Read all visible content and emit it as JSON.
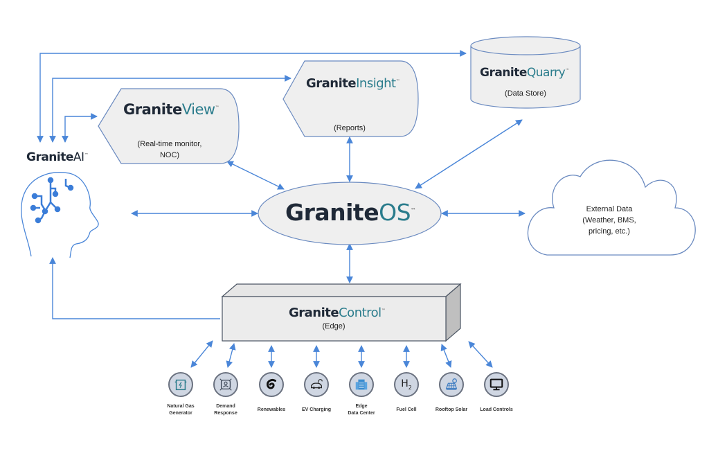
{
  "colors": {
    "arrow": "#4a86d8",
    "shape_stroke": "#6a8ac0",
    "shape_fill": "#efefef",
    "brand_dark": "#1f2937",
    "brand_teal": "#2a7c8c",
    "icon_fill": "#cfd6e2"
  },
  "nodes": {
    "ai": {
      "brand_bold": "Granite",
      "brand_light": "AI",
      "tm": "™"
    },
    "view": {
      "brand_bold": "Granite",
      "brand_light": "View",
      "tm": "™",
      "sub_line1": "(Real-time monitor,",
      "sub_line2": "NOC)"
    },
    "insight": {
      "brand_bold": "Granite",
      "brand_light": "Insight",
      "tm": "™",
      "sub_line1": "(Reports)"
    },
    "quarry": {
      "brand_bold": "Granite",
      "brand_light": "Quarry",
      "tm": "™",
      "sub_line1": "(Data Store)"
    },
    "os": {
      "brand_bold": "Granite",
      "brand_light": "OS",
      "tm": "™"
    },
    "external": {
      "line1": "External Data",
      "line2": "(Weather, BMS,",
      "line3": "pricing, etc.)"
    },
    "control": {
      "brand_bold": "Granite",
      "brand_light": "Control",
      "tm": "™",
      "sub_line1": "(Edge)"
    }
  },
  "devices": [
    {
      "icon": "generator-icon",
      "line1": "Natural Gas",
      "line2": "Generator"
    },
    {
      "icon": "demand-response-icon",
      "line1": "Demand",
      "line2": "Response"
    },
    {
      "icon": "renewables-icon",
      "line1": "Renewables",
      "line2": ""
    },
    {
      "icon": "ev-charging-icon",
      "line1": "EV Charging",
      "line2": ""
    },
    {
      "icon": "data-center-icon",
      "line1": "Edge",
      "line2": "Data Center"
    },
    {
      "icon": "hydrogen-icon",
      "line1": "Fuel Cell",
      "line2": "",
      "glyph": "H",
      "glyph_sub": "2"
    },
    {
      "icon": "solar-panel-icon",
      "line1": "Rooftop Solar",
      "line2": ""
    },
    {
      "icon": "monitor-icon",
      "line1": "Load Controls",
      "line2": ""
    }
  ]
}
